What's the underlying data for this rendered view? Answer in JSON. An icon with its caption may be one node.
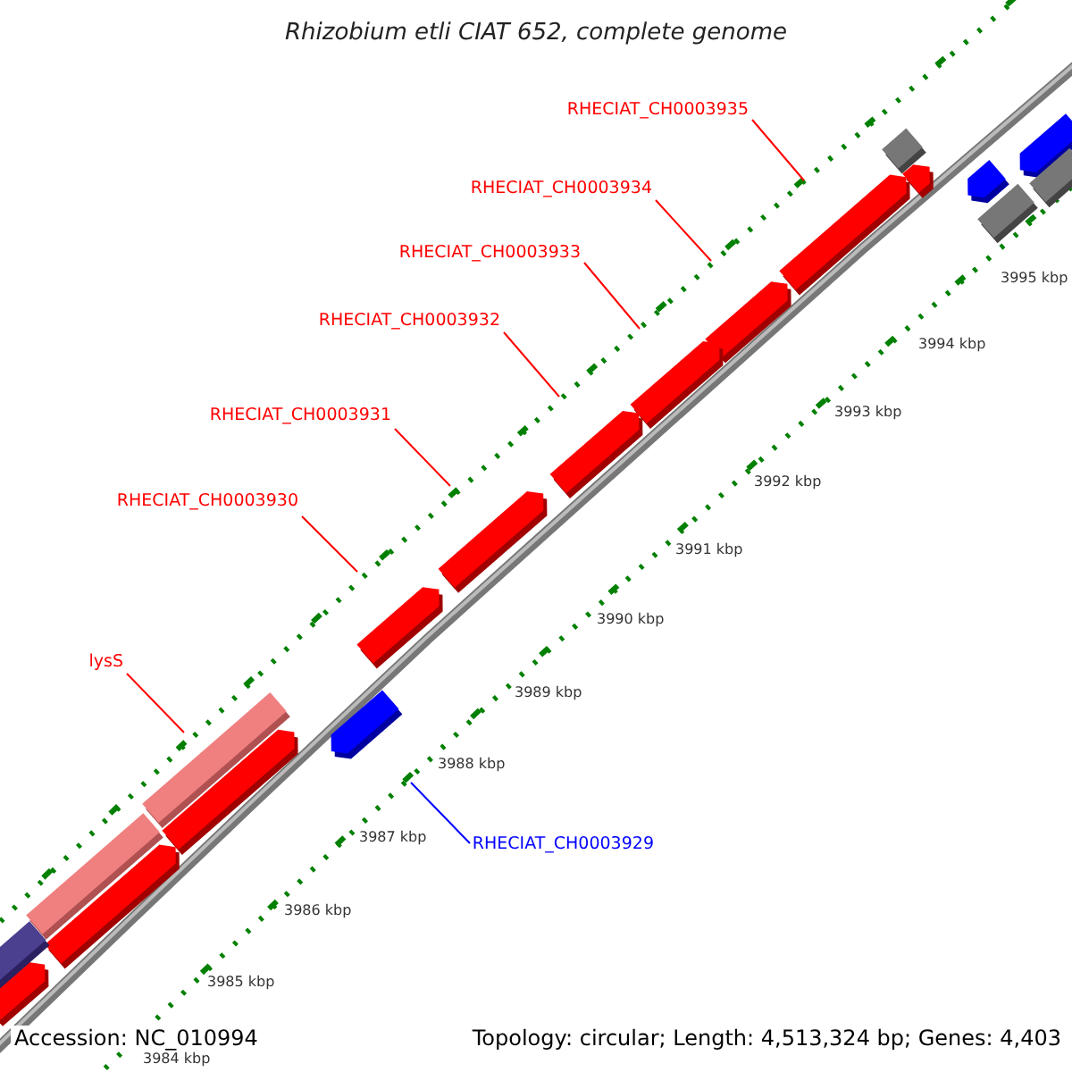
{
  "diagram": {
    "title": "Rhizobium etli CIAT 652, complete genome",
    "nodes": [
      {
        "text": [
          "RHECIAT_CH0003935"
        ]
      },
      {
        "text": [
          "RHECIAT_CH0003934"
        ]
      },
      {
        "text": [
          "RHECIAT_CH0003933"
        ]
      },
      {
        "text": [
          "RHECIAT_CH0003932"
        ]
      },
      {
        "text": [
          "RHECIAT_CH0003931"
        ]
      },
      {
        "text": [
          "RHECIAT_CH0003930"
        ]
      },
      {
        "text": [
          "lysS"
        ]
      },
      {
        "text": [
          "RHECIAT_CH0003929"
        ]
      }
    ],
    "edges": [
      {
        "from": 0,
        "to": null,
        "arrow": "none"
      },
      {
        "from": 1,
        "to": null,
        "arrow": "none"
      },
      {
        "from": 2,
        "to": null,
        "arrow": "none"
      },
      {
        "from": 3,
        "to": null,
        "arrow": "none"
      },
      {
        "from": 4,
        "to": null,
        "arrow": "none"
      },
      {
        "from": 5,
        "to": null,
        "arrow": "none"
      },
      {
        "from": 6,
        "to": null,
        "arrow": "none"
      },
      {
        "from": 7,
        "to": null,
        "arrow": "none",
        "color": "#0000ff"
      }
    ],
    "labels": [
      "3995 kbp",
      "3994 kbp",
      "3993 kbp",
      "3992 kbp",
      "3991 kbp",
      "3990 kbp",
      "3989 kbp",
      "3988 kbp",
      "3987 kbp",
      "3986 kbp",
      "3985 kbp",
      "3984 kbp",
      "Accession: NC_010994",
      "Topology: circular; Length: 4,513,324 bp; Genes: 4,403"
    ]
  }
}
